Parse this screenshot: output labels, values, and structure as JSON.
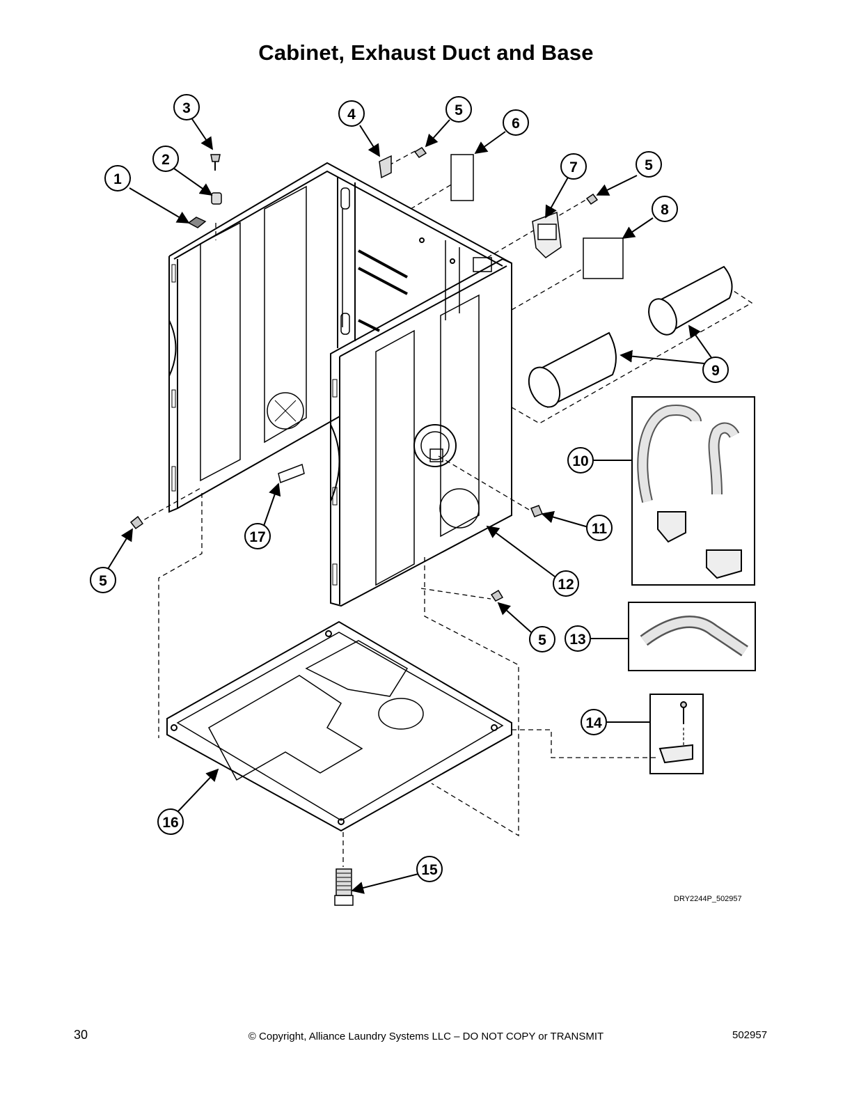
{
  "title": "Cabinet, Exhaust Duct and Base",
  "diagram_ref": "DRY2244P_502957",
  "footer": {
    "page_number": "30",
    "copyright": "© Copyright, Alliance Laundry Systems LLC – DO NOT COPY or TRANSMIT",
    "doc_number": "502957"
  },
  "callouts": [
    {
      "label": "1"
    },
    {
      "label": "2"
    },
    {
      "label": "3"
    },
    {
      "label": "4"
    },
    {
      "label": "5"
    },
    {
      "label": "6"
    },
    {
      "label": "7"
    },
    {
      "label": "5"
    },
    {
      "label": "8"
    },
    {
      "label": "9"
    },
    {
      "label": "10"
    },
    {
      "label": "11"
    },
    {
      "label": "12"
    },
    {
      "label": "5"
    },
    {
      "label": "13"
    },
    {
      "label": "14"
    },
    {
      "label": "16"
    },
    {
      "label": "15"
    },
    {
      "label": "17"
    },
    {
      "label": "5"
    }
  ]
}
